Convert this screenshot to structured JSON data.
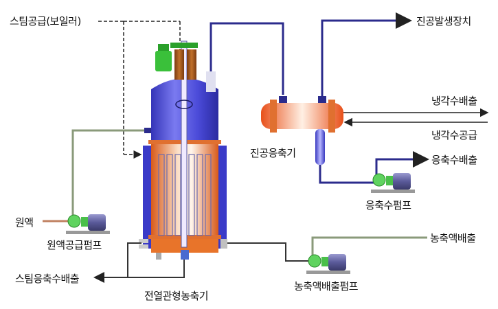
{
  "labels": {
    "steam_supply": "스팀공급(보일러)",
    "vacuum_generator": "진공발생장치",
    "cooling_water_out": "냉각수배출",
    "cooling_water_in": "냉각수공급",
    "vacuum_condenser": "진공응축기",
    "condensate_out": "응축수배출",
    "condensate_pump": "응축수펌프",
    "raw_liquid": "원액",
    "raw_liquid_pump": "원액공급펌프",
    "concentrate_out": "농축액배출",
    "steam_condensate_out": "스팀응축수배출",
    "concentrate_pump": "농축액배출펌프",
    "evaporator": "전열관형농축기"
  },
  "colors": {
    "vessel_blue": "#3b3bd0",
    "vessel_orange": "#e8742a",
    "pipe_blue": "#2b2b8c",
    "pipe_gray": "#8a9a7a",
    "pump_green": "#5fd35f",
    "motor_purple": "#5a5a9a"
  }
}
